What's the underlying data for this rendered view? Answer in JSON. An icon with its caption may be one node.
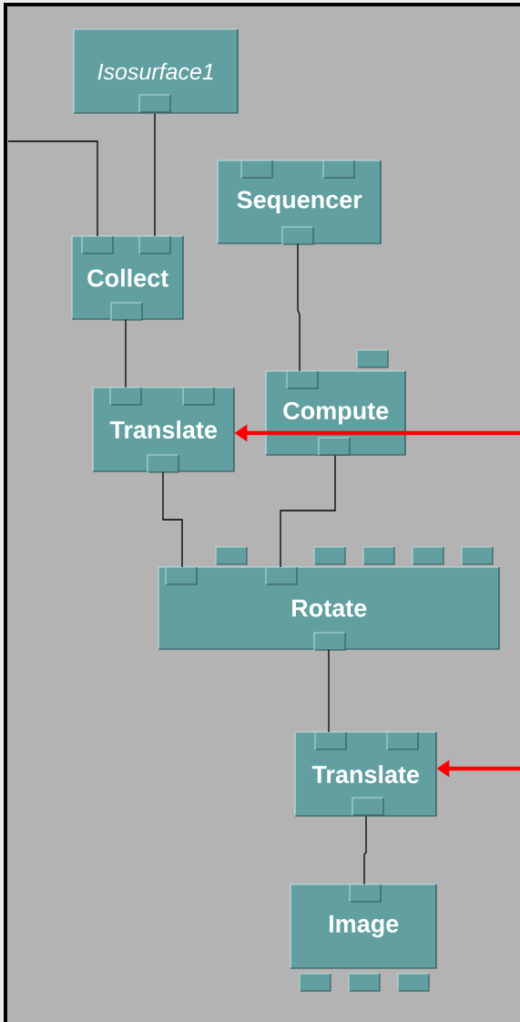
{
  "diagram": {
    "nodes": [
      {
        "text": [
          "Isosurface1"
        ]
      },
      {
        "text": [
          "Sequencer"
        ]
      },
      {
        "text": [
          "Collect"
        ]
      },
      {
        "text": [
          "Translate"
        ]
      },
      {
        "text": [
          "Compute"
        ]
      },
      {
        "text": [
          "Rotate"
        ]
      },
      {
        "text": [
          "Translate"
        ]
      },
      {
        "text": [
          "Image"
        ]
      }
    ],
    "edges": [
      {
        "from": null,
        "to": 2,
        "arrow": "none"
      },
      {
        "from": 0,
        "to": 2,
        "arrow": "none"
      },
      {
        "from": 2,
        "to": 3,
        "arrow": "none"
      },
      {
        "from": 1,
        "to": 4,
        "arrow": "none"
      },
      {
        "from": 3,
        "to": 5,
        "arrow": "none"
      },
      {
        "from": 4,
        "to": 5,
        "arrow": "none"
      },
      {
        "from": 5,
        "to": 6,
        "arrow": "none"
      },
      {
        "from": 6,
        "to": 7,
        "arrow": "none"
      },
      {
        "from": null,
        "to": 3,
        "arrow": "to",
        "style": "thick",
        "color": "#ff0000"
      },
      {
        "from": null,
        "to": 6,
        "arrow": "to",
        "style": "thick",
        "color": "#ff0000"
      }
    ]
  }
}
